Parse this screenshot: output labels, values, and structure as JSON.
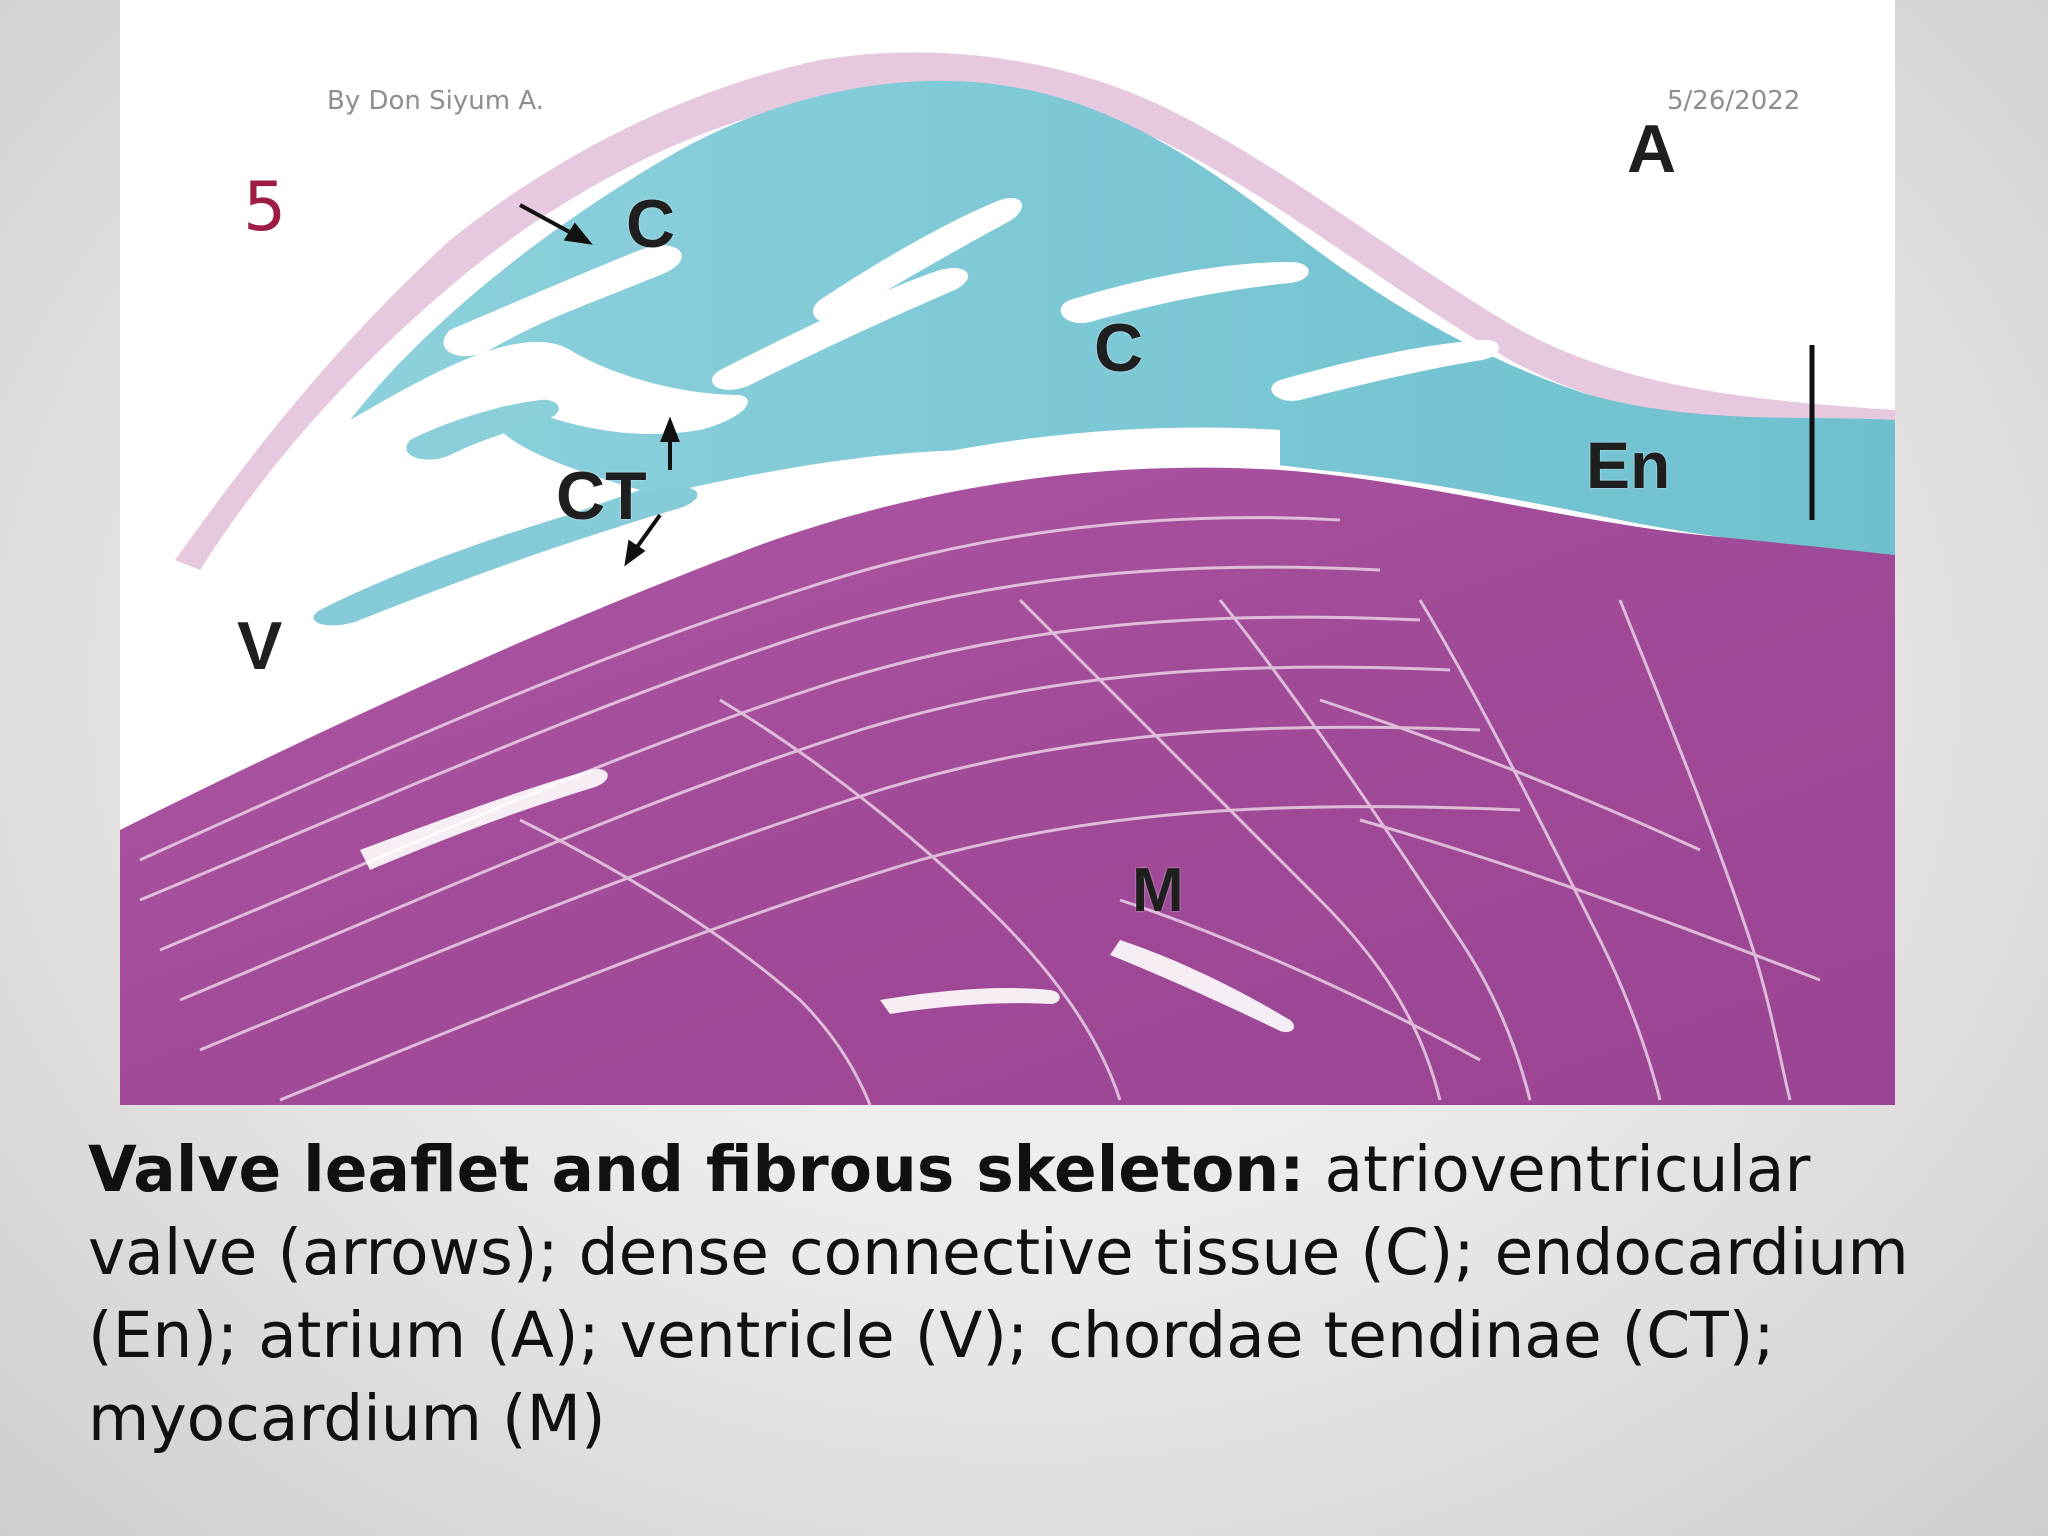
{
  "header": {
    "author": "By Don Siyum A.",
    "date": "5/26/2022"
  },
  "slide_number": "5",
  "figure": {
    "labels": {
      "c_upper": "C",
      "c_middle": "C",
      "a": "A",
      "en": "En",
      "ct": "CT",
      "v": "V",
      "m": "M"
    }
  },
  "caption": {
    "bold": "Valve leaflet and fibrous skeleton:",
    "text": " atrioventricular valve (arrows); dense connective tissue (C); endocardium (En); atrium (A); ventricle (V); chordae tendinae (CT); myocardium (M)"
  },
  "colors": {
    "connective_tissue": "#7ecbd7",
    "myocardium": "#a44c9c",
    "endothelium": "#ddb6d2",
    "slide_number": "#9d1d45"
  }
}
